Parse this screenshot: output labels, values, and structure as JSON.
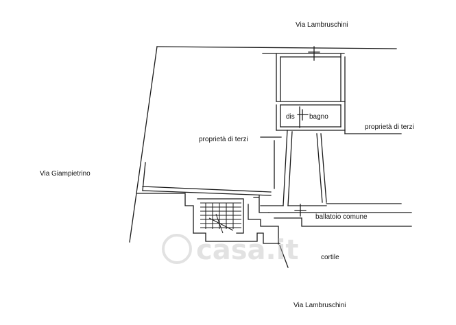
{
  "labels": {
    "street_top": "Via Lambruschini",
    "street_bottom": "Via Lambruschini",
    "street_left": "Via Giampietrino",
    "third_party_left": "proprietà di terzi",
    "third_party_right": "proprietà di terzi",
    "dis": "dis",
    "bagno": "bagno",
    "ballatoio": "ballatoio comune",
    "cortile": "cortile"
  },
  "watermark": {
    "text": "casa.it"
  },
  "colors": {
    "line": "#1a1a1a",
    "background": "#ffffff"
  }
}
